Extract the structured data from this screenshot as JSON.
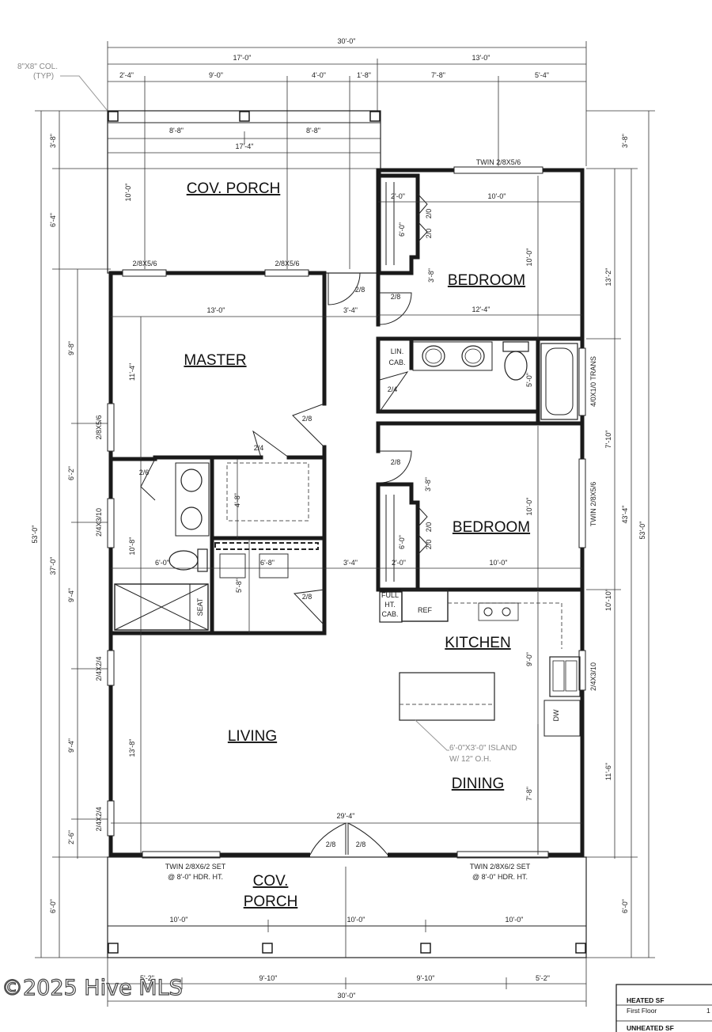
{
  "rooms": {
    "cov_porch_top": "COV. PORCH",
    "bedroom_top": "BEDROOM",
    "master": "MASTER",
    "bedroom_bottom": "BEDROOM",
    "kitchen": "KITCHEN",
    "living": "LIVING",
    "dining": "DINING",
    "cov_porch_bottom_1": "COV.",
    "cov_porch_bottom_2": "PORCH"
  },
  "labels": {
    "column_note_1": "8\"X8\" COL.",
    "column_note_2": "(TYP)",
    "twin_window_top": "TWIN 2/8X5/6",
    "window_master_1": "2/8X5/6",
    "window_master_2": "2/8X5/6",
    "lin_cab_1": "LIN.",
    "lin_cab_2": "CAB.",
    "trans_window": "4/0X1/0 TRANS",
    "twin_window_right": "TWIN 2/8X5/6",
    "window_left_1": "2/8X5/6",
    "window_left_2": "2/4X3/10",
    "full_ht_1": "FULL",
    "full_ht_2": "HT.",
    "full_ht_3": "CAB.",
    "ref": "REF",
    "seat": "SEAT",
    "dw": "DW",
    "window_kitchen": "2/4X3/10",
    "window_living_1": "2/4X2/4",
    "window_living_2": "2/4X2/4",
    "island_1": "6'-0\"X3'-0\" ISLAND",
    "island_2": "W/ 12\" O.H.",
    "twin_set_left_1": "TWIN 2/8X6/2 SET",
    "twin_set_left_2": "@ 8'-0\" HDR. HT.",
    "twin_set_right_1": "TWIN 2/8X6/2 SET",
    "twin_set_right_2": "@ 8'-0\" HDR. HT.",
    "door_2_0_a": "2/0",
    "door_2_0_b": "2/0",
    "door_2_0_c": "2/0",
    "door_2_0_d": "2/0",
    "door_2_8_a": "2/8",
    "door_2_8_b": "2/8",
    "door_2_4_a": "2/4",
    "door_2_8_c": "2/8",
    "door_2_4_b": "2/4",
    "door_2_6": "2/6",
    "door_2_8_d": "2/8",
    "door_2_8_e": "2/8",
    "door_2_8_f": "2/8",
    "door_2_8_g": "2/8"
  },
  "dimensions": {
    "overall_top": "30'-0\"",
    "top_left": "17'-0\"",
    "top_right": "13'-0\"",
    "seg_1": "2'-4\"",
    "seg_2": "9'-0\"",
    "seg_3": "4'-0\"",
    "seg_4": "1'-8\"",
    "seg_5": "7'-8\"",
    "seg_6": "5'-4\"",
    "porch_a": "8'-8\"",
    "porch_b": "8'-8\"",
    "porch_total": "17'-4\"",
    "porch_depth": "10'-0\"",
    "left_a": "3'-8\"",
    "left_b": "6'-4\"",
    "right_a": "3'-8\"",
    "bed_closet_w": "2'-0\"",
    "bed_closet_d": "6'-0\"",
    "bed_w": "10'-0\"",
    "bed_d": "10'-0\"",
    "bed_hall": "3'-8\"",
    "bed_total": "12'-4\"",
    "right_b": "13'-2\"",
    "master_w": "13'-0\"",
    "hall_w": "3'-4\"",
    "master_d": "11'-4\"",
    "left_c": "9'-8\"",
    "bath_h": "5'-0\"",
    "right_c": "7'-10\"",
    "wic_d": "4'-8\"",
    "bed2_hall": "3'-8\"",
    "bed2_d": "10'-0\"",
    "right_total": "43'-4\"",
    "right_overall": "53'-0\"",
    "left_d": "6'-2\"",
    "left_overall": "53'-0\"",
    "left_total": "37'-0\"",
    "mbath_d": "10'-8\"",
    "mbath_w": "6'-0\"",
    "laundry_w": "6'-8\"",
    "hall_w2": "3'-4\"",
    "bed2_closet_w": "2'-0\"",
    "bed2_w": "10'-0\"",
    "bed2_closet_d": "6'-0\"",
    "laundry_d": "5'-8\"",
    "left_e": "9'-4\"",
    "kitchen_d": "10'-10\"",
    "kitchen_sub": "9'-0\"",
    "living_d": "13'-8\"",
    "left_f": "9'-4\"",
    "dining_sub": "7'-8\"",
    "right_d": "11'-6\"",
    "living_w": "29'-4\"",
    "left_g": "2'-6\"",
    "porch2_a": "10'-0\"",
    "porch2_b": "10'-0\"",
    "porch2_c": "10'-0\"",
    "porch2_depth_l": "6'-0\"",
    "porch2_depth_r": "6'-0\"",
    "bottom_1": "5'-2\"",
    "bottom_2": "9'-10\"",
    "bottom_3": "9'-10\"",
    "bottom_4": "5'-2\"",
    "overall_bottom": "30'-0\""
  },
  "watermark": "©2025 Hive MLS",
  "table": {
    "heated": "HEATED SF",
    "first_floor": "First Floor",
    "first_floor_val": "1",
    "unheated": "UNHEATED SF"
  }
}
